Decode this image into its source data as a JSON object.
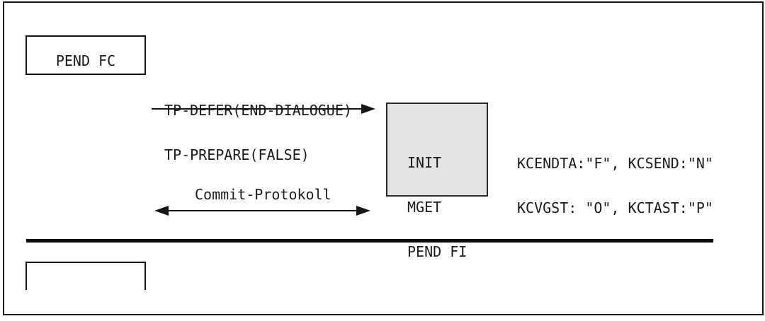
{
  "diagram": {
    "sender_box": {
      "label": "PEND FC"
    },
    "request": {
      "line1": "TP-DEFER(END-DIALOGUE)",
      "line2": "TP-PREPARE(FALSE)"
    },
    "program_box": {
      "line1": "INIT",
      "line2": "MGET",
      "line3": "PEND FI"
    },
    "kc_values": {
      "line1": "KCENDTA:\"F\", KCSEND:\"N\"",
      "line2": "KCVGST: \"O\", KCTAST:\"P\""
    },
    "commit_arrow_label": "Commit-Protokoll"
  },
  "colors": {
    "line": "#161616",
    "text": "#1b1b1b",
    "program_box_fill": "#e4e4e4",
    "background": "#ffffff"
  }
}
